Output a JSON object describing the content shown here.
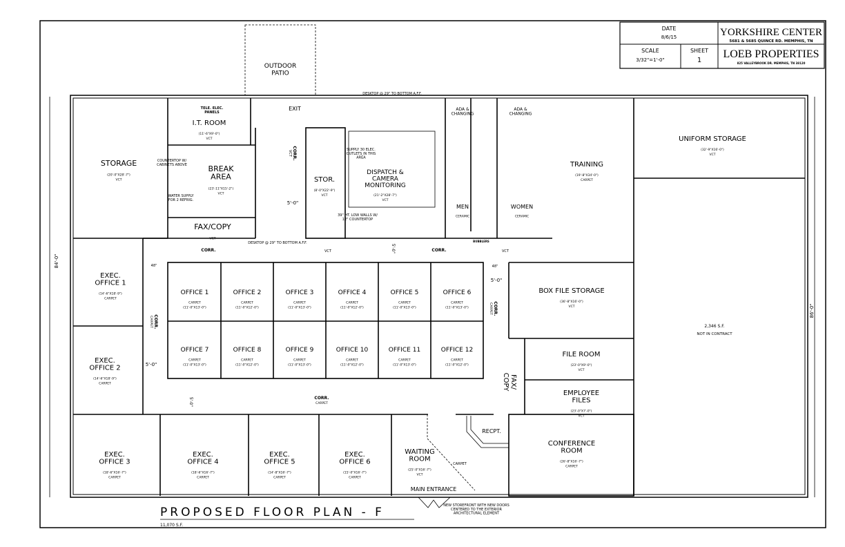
{
  "title_block": {
    "date_label": "DATE",
    "date_value": "8/6/15",
    "scale_label": "SCALE",
    "scale_value": "3/32\"=1'-0\"",
    "sheet_label": "SHEET",
    "sheet_value": "1",
    "project_name": "YORKSHIRE CENTER",
    "project_address": "5681 & 5685 QUINCE RD.   MEMPHIS, TN",
    "company_name": "LOEB PROPERTIES",
    "company_address": "825 VALLEYBROOK DR.   MEMPHIS, TN  38120"
  },
  "plan": {
    "title": "PROPOSED FLOOR PLAN - F",
    "area": "11,070 S.F.",
    "dim_left": "84'-0\"",
    "dim_right": "86'-0\""
  },
  "rooms": {
    "storage": {
      "name": [
        "STORAGE"
      ],
      "dims": "(20'-0\"X28'-7\")",
      "finish": "VCT"
    },
    "it_room": {
      "name": [
        "I.T. ROOM"
      ],
      "dims": "(11'-6\"X9'-0\")",
      "finish": "VCT"
    },
    "break_area": {
      "name": [
        "BREAK",
        "AREA"
      ],
      "dims": "(23'-11\"X15'-2\")",
      "finish": "VCT"
    },
    "fax_copy": {
      "name": [
        "FAX/COPY"
      ],
      "finish": "VCT"
    },
    "stor": {
      "name": [
        "STOR."
      ],
      "dims": "(8'-0\"X22'-9\")",
      "finish": "VCT"
    },
    "dispatch": {
      "name": [
        "DISPATCH &",
        "CAMERA",
        "MONITORING"
      ],
      "dims": "(21'-2\"X28'-7\")",
      "finish": "VCT"
    },
    "ada_men": {
      "name": [
        "ADA &",
        "CHANGING"
      ]
    },
    "ada_women": {
      "name": [
        "ADA &",
        "CHANGING"
      ]
    },
    "men": {
      "name": [
        "MEN"
      ],
      "finish": "CERAMIC"
    },
    "women": {
      "name": [
        "WOMEN"
      ],
      "finish": "CERAMIC"
    },
    "training": {
      "name": [
        "TRAINING"
      ],
      "dims": "(19'-8\"X34'-0\")",
      "finish": "CARPET"
    },
    "uniform_storage": {
      "name": [
        "UNIFORM STORAGE"
      ],
      "dims": "(32'-9\"X16'-0\")",
      "finish": "VCT"
    },
    "not_in_contract": {
      "name": [
        "2,346 S.F."
      ],
      "finish": "NOT IN CONTRACT"
    },
    "exec_office_1": {
      "name": [
        "EXEC.",
        "OFFICE 1"
      ],
      "dims": "(14'-6\"X18'-9\")",
      "finish": "CARPET"
    },
    "exec_office_2": {
      "name": [
        "EXEC.",
        "OFFICE 2"
      ],
      "dims": "(14'-6\"X18'-9\")",
      "finish": "CARPET"
    },
    "office_1": {
      "name": [
        "OFFICE 1"
      ],
      "finish": "CARPET",
      "dims": "(11'-0\"X13'-0\")"
    },
    "office_2": {
      "name": [
        "OFFICE 2"
      ],
      "finish": "CARPET",
      "dims": "(11'-0\"X12'-0\")"
    },
    "office_3": {
      "name": [
        "OFFICE 3"
      ],
      "finish": "CARPET",
      "dims": "(11'-0\"X13'-0\")"
    },
    "office_4": {
      "name": [
        "OFFICE 4"
      ],
      "finish": "CARPET",
      "dims": "(11'-0\"X12'-0\")"
    },
    "office_5": {
      "name": [
        "OFFICE 5"
      ],
      "finish": "CARPET",
      "dims": "(11'-0\"X13'-0\")"
    },
    "office_6": {
      "name": [
        "OFFICE 6"
      ],
      "finish": "CARPET",
      "dims": "(11'-0\"X13'-0\")"
    },
    "office_7": {
      "name": [
        "OFFICE 7"
      ],
      "finish": "CARPET",
      "dims": "(11'-0\"X13'-0\")"
    },
    "office_8": {
      "name": [
        "OFFICE 8"
      ],
      "finish": "CARPET",
      "dims": "(11'-0\"X12'-0\")"
    },
    "office_9": {
      "name": [
        "OFFICE 9"
      ],
      "finish": "CARPET",
      "dims": "(11'-0\"X13'-0\")"
    },
    "office_10": {
      "name": [
        "OFFICE 10"
      ],
      "finish": "CARPET",
      "dims": "(11'-0\"X12'-0\")"
    },
    "office_11": {
      "name": [
        "OFFICE 11"
      ],
      "finish": "CARPET",
      "dims": "(11'-0\"X13'-0\")"
    },
    "office_12": {
      "name": [
        "OFFICE 12"
      ],
      "finish": "CARPET",
      "dims": "(11'-0\"X12'-0\")"
    },
    "box_file_storage": {
      "name": [
        "BOX FILE STORAGE"
      ],
      "dims": "(36'-8\"X16'-0\")",
      "finish": "VCT"
    },
    "file_room": {
      "name": [
        "FILE ROOM"
      ],
      "dims": "(23'-0\"X9'-0\")",
      "finish": "VCT"
    },
    "employee_files": {
      "name": [
        "EMPLOYEE",
        "FILES"
      ],
      "dims": "(23'-0\"X7'-0\")",
      "finish": "VCT"
    },
    "exec_office_3": {
      "name": [
        "EXEC.",
        "OFFICE 3"
      ],
      "dims": "(18'-6\"X16'-7\")",
      "finish": "CARPET"
    },
    "exec_office_4": {
      "name": [
        "EXEC.",
        "OFFICE 4"
      ],
      "dims": "(18'-6\"X16'-7\")",
      "finish": "CARPET"
    },
    "exec_office_5": {
      "name": [
        "EXEC.",
        "OFFICE 5"
      ],
      "dims": "(14'-8\"X16'-7\")",
      "finish": "CARPET"
    },
    "exec_office_6": {
      "name": [
        "EXEC.",
        "OFFICE 6"
      ],
      "dims": "(15'-0\"X16'-7\")",
      "finish": "CARPET"
    },
    "waiting_room": {
      "name": [
        "WAITING",
        "ROOM"
      ],
      "dims": "(25'-0\"X16'-7\")",
      "finish": "VCT"
    },
    "conference_room": {
      "name": [
        "CONFERENCE",
        "ROOM"
      ],
      "dims": "(26'-8\"X16'-7\")",
      "finish": "CARPET"
    }
  },
  "labels": {
    "outdoor_patio": [
      "OUTDOOR",
      "PATIO"
    ],
    "exit": "EXIT",
    "tele_elec_panels": [
      "TELE.  ELEC.",
      "PANELS"
    ],
    "corr_vct_vertical": [
      "CORR.",
      "VCT"
    ],
    "countertop_note": [
      "COUNTERTOP W/",
      "CABINETS ABOVE"
    ],
    "water_supply_note": [
      "WATER SUPPLY",
      "FOR 2 REFRIG."
    ],
    "outlets_note": [
      "SUPPLY 30 ELEC.",
      "OUTLETS IN THIS",
      "AREA"
    ],
    "desktop_note_top": "DESKTOP @ 29\" TO BOTTOM A.F.F.",
    "desktop_note_mid": "DESKTOP @ 29\" TO BOTTOM A.F.F.",
    "low_walls_note": [
      "39\" HT. LOW WALLS W/",
      "12\" COUNTERTOP"
    ],
    "bubblers": "BUBBLERS",
    "corr_1": "CORR.",
    "corr_2": "CORR.",
    "vct_1": "VCT",
    "vct_2": "VCT",
    "corr_carpet_left": [
      "CORR.",
      "CARPET"
    ],
    "corr_carpet_right": [
      "CORR.",
      "CARPET"
    ],
    "corr_carpet_center": [
      "CORR.",
      "CARPET"
    ],
    "fax_copy_vertical": [
      "FAX/",
      "COPY"
    ],
    "recpt": "RECPT.",
    "carpet_waiting": "CARPET",
    "main_entrance": "MAIN ENTRANCE",
    "storefront_note": [
      "NEW STOREFRONT WITH NEW DOORS",
      "CENTERED TO THE EXTERIOR",
      "ARCHITECTURAL ELEMENT"
    ],
    "dim_5ft_a": "5'-0\"",
    "dim_5ft_b": "5'-0\"",
    "dim_5ft_c": "5'-0\"",
    "dim_5ft_d": "5'-0\"",
    "dim_5ft_e": "5'-0\"",
    "dim_48_a": "48\"",
    "dim_48_b": "48\""
  }
}
